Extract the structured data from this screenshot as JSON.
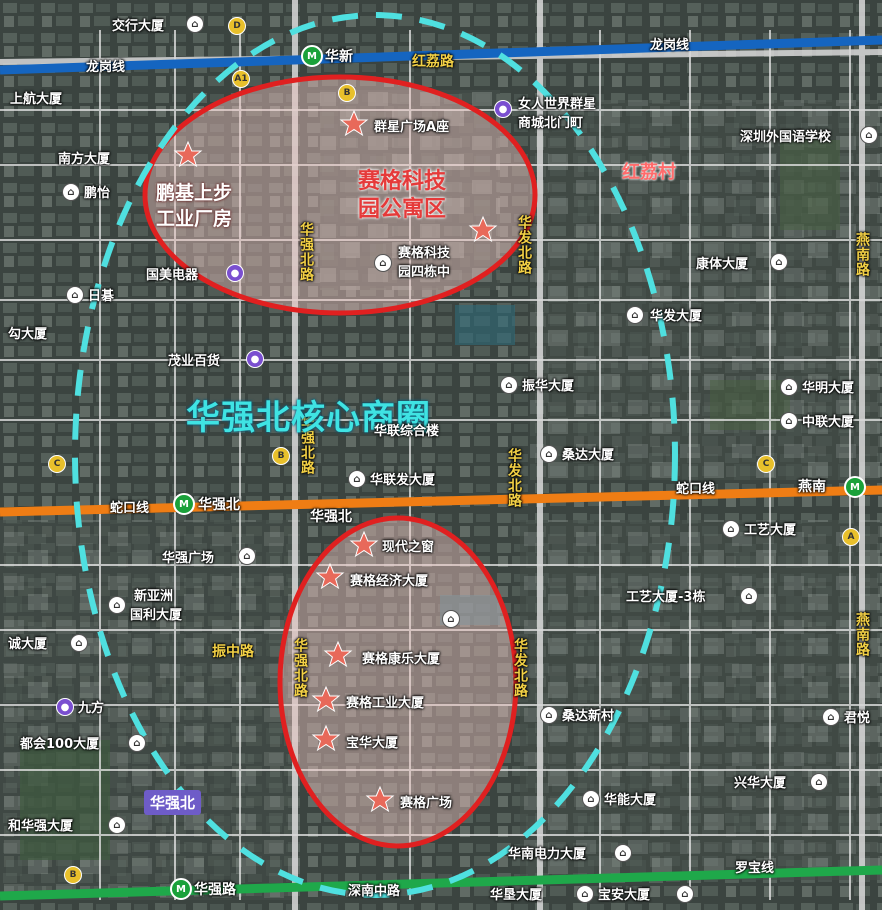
{
  "title": "华强北核心商圈",
  "zones": {
    "north_zone": "赛格科技园公寓区",
    "north_zone_line1": "赛格科技",
    "north_zone_line2": "园公寓区",
    "west_zone_line1": "鹏基上步",
    "west_zone_line2": "工业厂房"
  },
  "metro_lines": [
    {
      "name": "龙岗线",
      "color": "#1565c0"
    },
    {
      "name": "蛇口线",
      "color": "#ef7d14"
    },
    {
      "name": "罗宝线",
      "color": "#1fa84a"
    }
  ],
  "metro_line_labels": {
    "longgang_left": "龙岗线",
    "longgang_right": "龙岗线",
    "shekou_left": "蛇口线",
    "shekou_right": "蛇口线",
    "luobao": "罗宝线"
  },
  "stations": {
    "huaxin": "华新",
    "huaqiangbei_orange": "华强北",
    "huaqiangbei_white": "华强北",
    "huaqianglu": "华强路",
    "yannan": "燕南",
    "huaqiangbei_tag": "华强北"
  },
  "roads": {
    "hongli": "红荔路",
    "huaqiangbei_road_n": "华强北路",
    "huaqiangbei_road_m": "华强北路",
    "huaqiangbei_road_s": "华强北路",
    "huafa_n": "华发北路",
    "huafa_m": "华发北路",
    "huafa_s": "华发北路",
    "yannan_n": "燕南路",
    "yannan_s": "燕南路",
    "zhenzhong": "振中路",
    "shennanzhong": "深南中路"
  },
  "village": "红荔村",
  "pois": {
    "jiaoxing": "交行大厦",
    "shanghang": "上航大厦",
    "nanfang": "南方大厦",
    "pengyi": "鹏怡",
    "guomei": "国美电器",
    "rijiu": "日碁",
    "yuan": "勾大厦",
    "maoye": "茂业百货",
    "qunxing": "群星广场A座",
    "nvren": "女人世界群星",
    "nvren2": "商城北门町",
    "saige_kjy": "赛格科技",
    "saige_kjy2": "园四栋中",
    "waiguoyu": "深圳外国语学校",
    "kangti": "康体大厦",
    "huafa": "华发大厦",
    "zhenhua": "振华大厦",
    "huaming": "华明大厦",
    "zhonglian": "中联大厦",
    "hualian_zonghe": "华联综合楼",
    "sangda": "桑达大厦",
    "hualianfa": "华联发大厦",
    "gongyi": "工艺大厦",
    "huaqiang_gc": "华强广场",
    "xinyazhou": "新亚洲",
    "guoli": "国利大厦",
    "chengdasha": "诚大厦",
    "jiufang": "九方",
    "duhui": "都会100大厦",
    "hehuaqiang": "和华强大厦",
    "xiandai": "现代之窗",
    "saige_jj": "赛格经济大厦",
    "gongyi3": "工艺大厦-3栋",
    "saige_kl": "赛格康乐大厦",
    "saige_gy": "赛格工业大厦",
    "baohua": "宝华大厦",
    "sangda_xc": "桑达新村",
    "junyue": "君悦",
    "xinghua": "兴华大厦",
    "huaneng": "华能大厦",
    "saige_gc": "赛格广场",
    "huanan_dl": "华南电力大厦",
    "huaxing": "华垦大厦",
    "baoan": "宝安大厦"
  },
  "colors": {
    "core_ring": "#4fe0e0",
    "zone_ring": "#e02020",
    "star": "#e8695a",
    "core_text": "#3fe3e3"
  }
}
